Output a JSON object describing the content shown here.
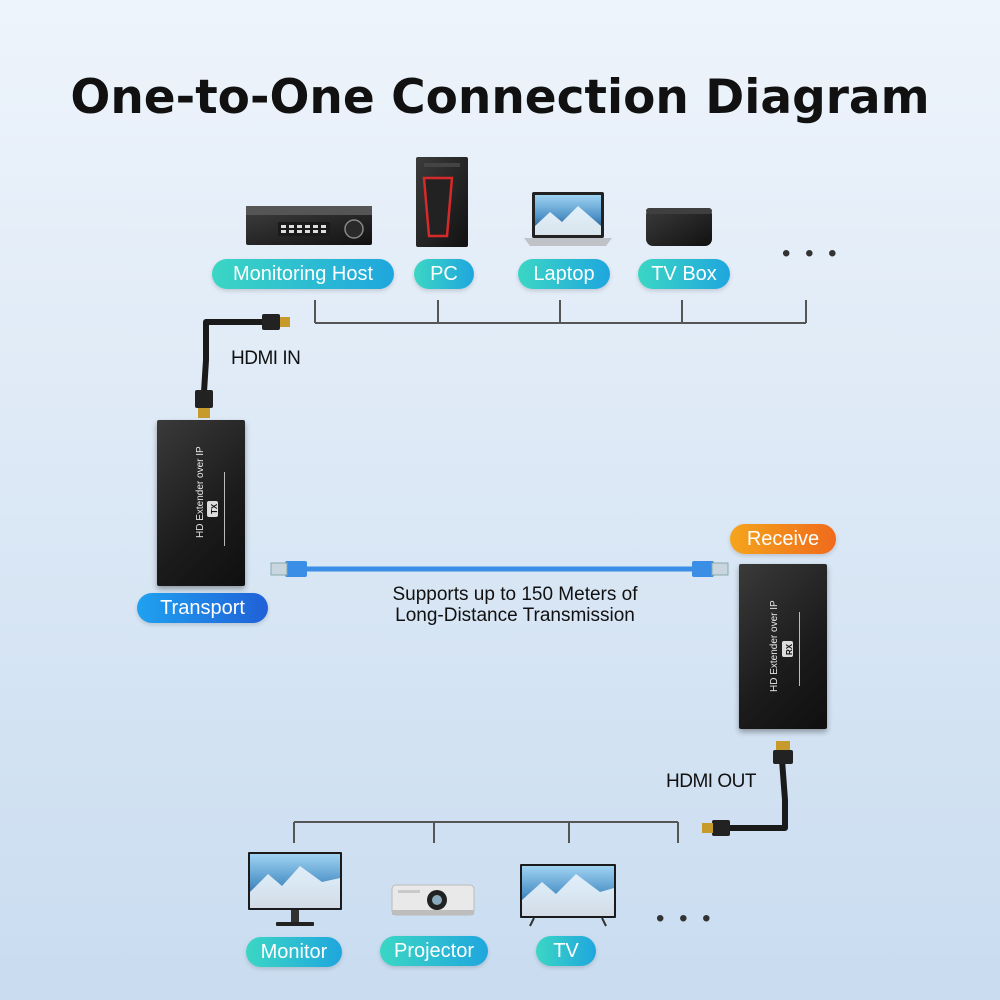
{
  "title": "One-to-One Connection Diagram",
  "sources": [
    {
      "label": "Monitoring Host",
      "icon": "dvr-icon"
    },
    {
      "label": "PC",
      "icon": "pc-tower-icon"
    },
    {
      "label": "Laptop",
      "icon": "laptop-icon"
    },
    {
      "label": "TV Box",
      "icon": "tv-box-icon"
    }
  ],
  "sources_more": "• • •",
  "hdmi_in": "HDMI IN",
  "transmitter": {
    "device_text": "HD Extender over IP",
    "badge": "TX",
    "label": "Transport"
  },
  "receiver": {
    "device_text": "HD Extender over IP",
    "badge": "RX",
    "label": "Receive"
  },
  "cable_caption": [
    "Supports up to 150 Meters of",
    "Long-Distance Transmission"
  ],
  "hdmi_out": "HDMI OUT",
  "displays": [
    {
      "label": "Monitor",
      "icon": "monitor-icon"
    },
    {
      "label": "Projector",
      "icon": "projector-icon"
    },
    {
      "label": "TV",
      "icon": "tv-icon"
    }
  ],
  "displays_more": "• • •",
  "colors": {
    "teal_pill": "#2fc0d0",
    "blue_pill": "#1f7fe0",
    "orange_pill": "#f3891c",
    "ethernet_cable": "#3a8ee6"
  }
}
